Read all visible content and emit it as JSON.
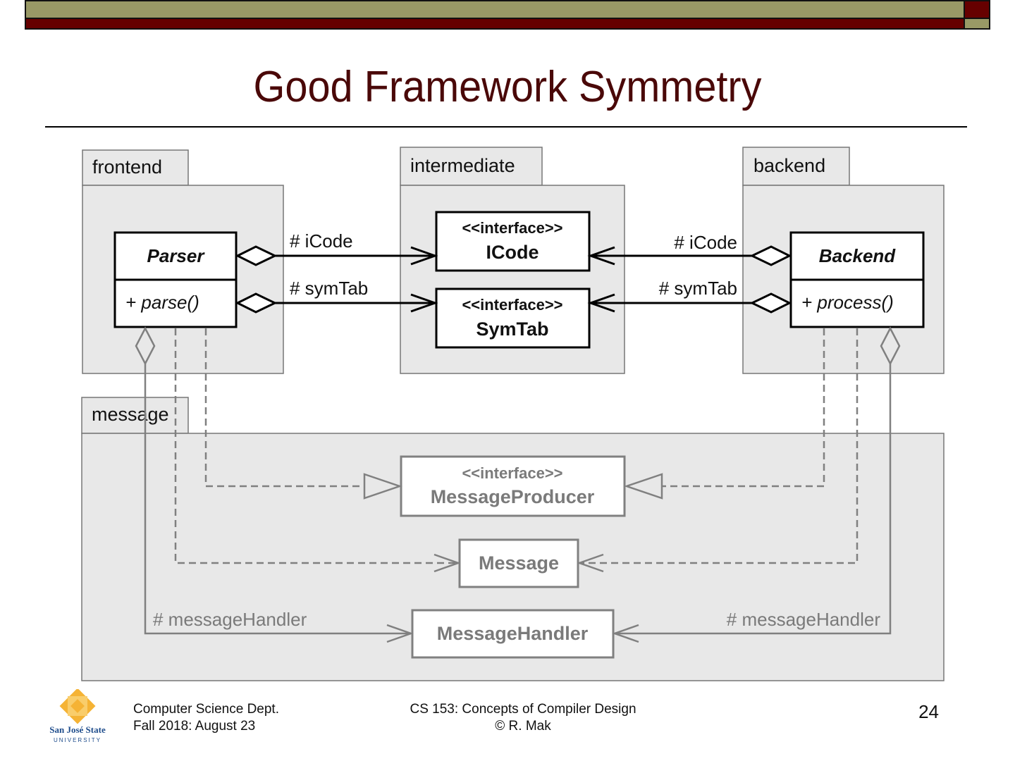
{
  "slide": {
    "title": "Good Framework Symmetry",
    "page_number": "24",
    "colors": {
      "olive": "#999966",
      "maroon": "#660000",
      "title": "#4a0808",
      "package_fill": "#e8e8e8",
      "gray_line": "#808080"
    }
  },
  "diagram": {
    "packages": [
      {
        "id": "frontend",
        "label": "frontend"
      },
      {
        "id": "intermediate",
        "label": "intermediate"
      },
      {
        "id": "backend",
        "label": "backend"
      },
      {
        "id": "message",
        "label": "message"
      }
    ],
    "classes": {
      "parser": {
        "name": "Parser",
        "operation": "+ parse()"
      },
      "icode": {
        "stereotype": "<<interface>>",
        "name": "ICode"
      },
      "symtab": {
        "stereotype": "<<interface>>",
        "name": "SymTab"
      },
      "backend": {
        "name": "Backend",
        "operation": "+ process()"
      },
      "message_producer": {
        "stereotype": "<<interface>>",
        "name": "MessageProducer"
      },
      "message": {
        "name": "Message"
      },
      "message_handler": {
        "name": "MessageHandler"
      }
    },
    "associations": {
      "left_icode": "# iCode",
      "left_symtab": "# symTab",
      "right_icode": "# iCode",
      "right_symtab": "# symTab",
      "left_message_handler": "# messageHandler",
      "right_message_handler": "# messageHandler"
    }
  },
  "footer": {
    "dept": "Computer Science Dept.",
    "date": "Fall 2018: August 23",
    "course": "CS 153: Concepts of Compiler Design",
    "author": "© R. Mak",
    "logo_name": "San José State",
    "logo_sub": "UNIVERSITY"
  }
}
